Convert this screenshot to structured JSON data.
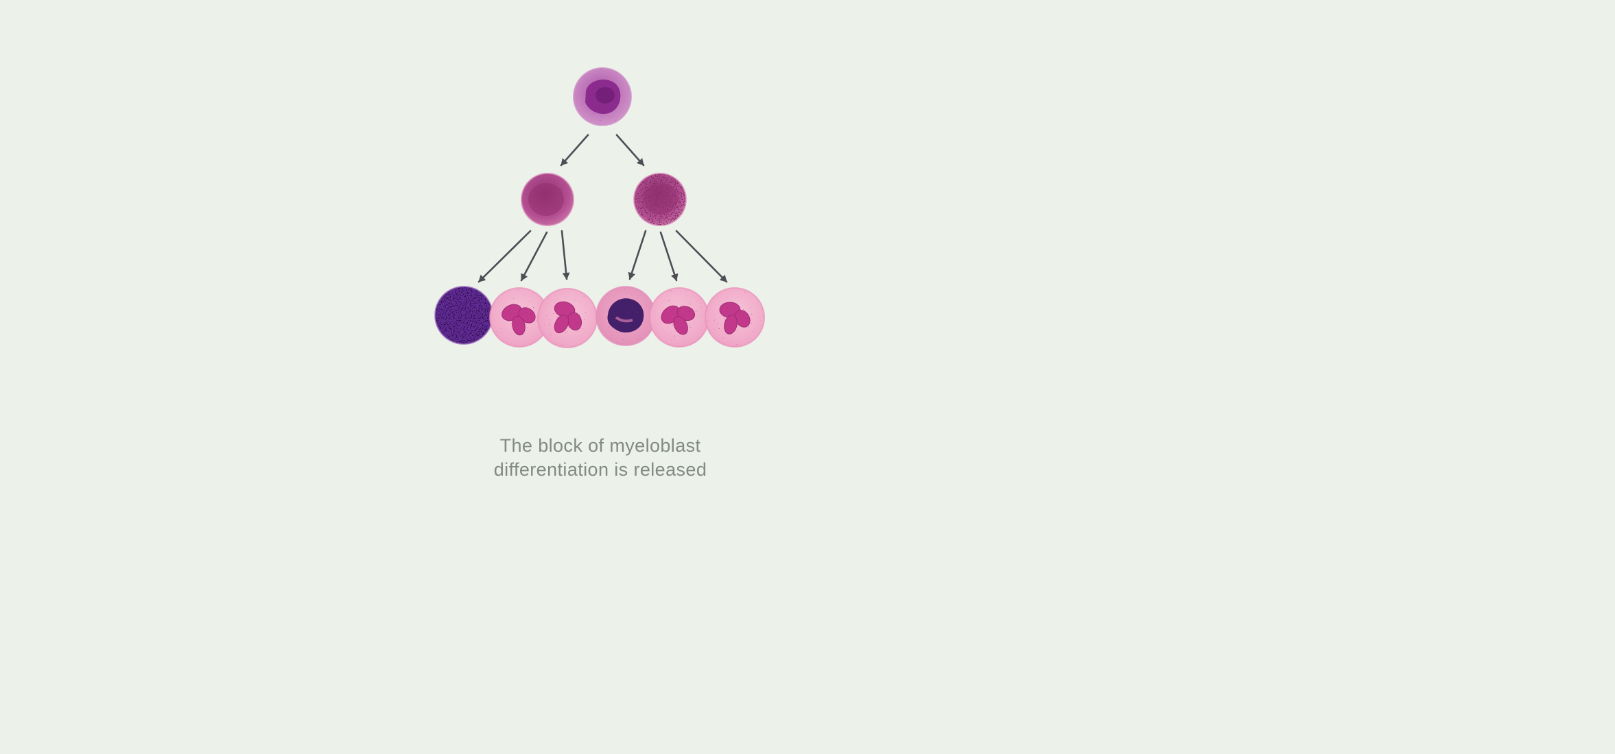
{
  "diagram": {
    "caption": {
      "line1": "The block of myeloblast",
      "line2": "differentiation is released"
    },
    "cells": {
      "root": "myeloblast",
      "level2": [
        "promyelocyte",
        "promyelocyte"
      ],
      "level3": [
        "dark-stained-granulocyte",
        "segmented-neutrophil",
        "segmented-neutrophil",
        "dark-nucleus-granulocyte",
        "segmented-neutrophil",
        "segmented-neutrophil"
      ]
    },
    "colors": {
      "background": "#ecf1ea",
      "arrow": "#4e4d55",
      "caption": "#838a83",
      "myeloblast_body": "#c47fbe",
      "myeloblast_nucleus": "#8c2b8e",
      "promyelocyte_body": "#b44f92",
      "neutrophil_body": "#f0a9c8",
      "neutrophil_nucleus": "#c2398b",
      "dark_cell_body": "#5f2b92",
      "dark_nucleus": "#44206a"
    }
  }
}
